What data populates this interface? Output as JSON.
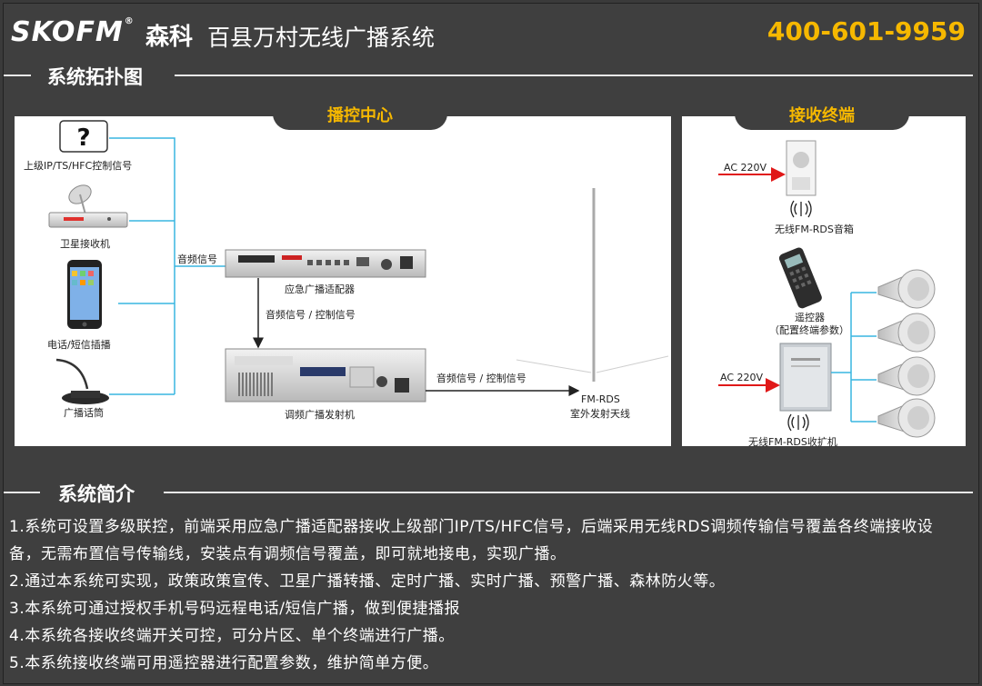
{
  "header": {
    "logo": "SKOFM",
    "registered_mark": "®",
    "brand_cn": "森科",
    "title": "百县万村无线广播系统",
    "phone": "400-601-9959"
  },
  "sections": {
    "topology": "系统拓扑图",
    "intro": "系统简介"
  },
  "diagram": {
    "center_tab": "播控中心",
    "terminal_tab": "接收终端",
    "sources": [
      {
        "label": "上级IP/TS/HFC控制信号",
        "icon": "question-icon"
      },
      {
        "label": "卫星接收机",
        "icon": "satellite-receiver-icon"
      },
      {
        "label": "电话/短信插播",
        "icon": "phone-icon"
      },
      {
        "label": "广播话筒",
        "icon": "microphone-icon"
      }
    ],
    "audio_signal": "音频信号",
    "adapter_label": "应急广播适配器",
    "adapter_link": "音频信号  /  控制信号",
    "transmitter_label": "调频广播发射机",
    "transmitter_link": "音频信号  /  控制信号",
    "antenna_label_1": "FM-RDS",
    "antenna_label_2": "室外发射天线",
    "ac_power_1": "AC 220V",
    "speaker_label": "无线FM-RDS音箱",
    "remote_label_1": "遥控器",
    "remote_label_2": "（配置终端参数）",
    "ac_power_2": "AC 220V",
    "receiver_amp_label": "无线FM-RDS收扩机"
  },
  "intro": {
    "lines": [
      "1.系统可设置多级联控，前端采用应急广播适配器接收上级部门IP/TS/HFC信号，后端采用无线RDS调频传输信号覆盖各终端接收设备，无需布置信号传输线，安装点有调频信号覆盖，即可就地接电，实现广播。",
      "2.通过本系统可实现，政策政策宣传、卫星广播转播、定时广播、实时广播、预警广播、森林防火等。",
      "3.本系统可通过授权手机号码远程电话/短信广播，做到便捷播报",
      "4.本系统各接收终端开关可控，可分片区、单个终端进行广播。",
      "5.本系统接收终端可用遥控器进行配置参数，维护简单方便。"
    ]
  }
}
